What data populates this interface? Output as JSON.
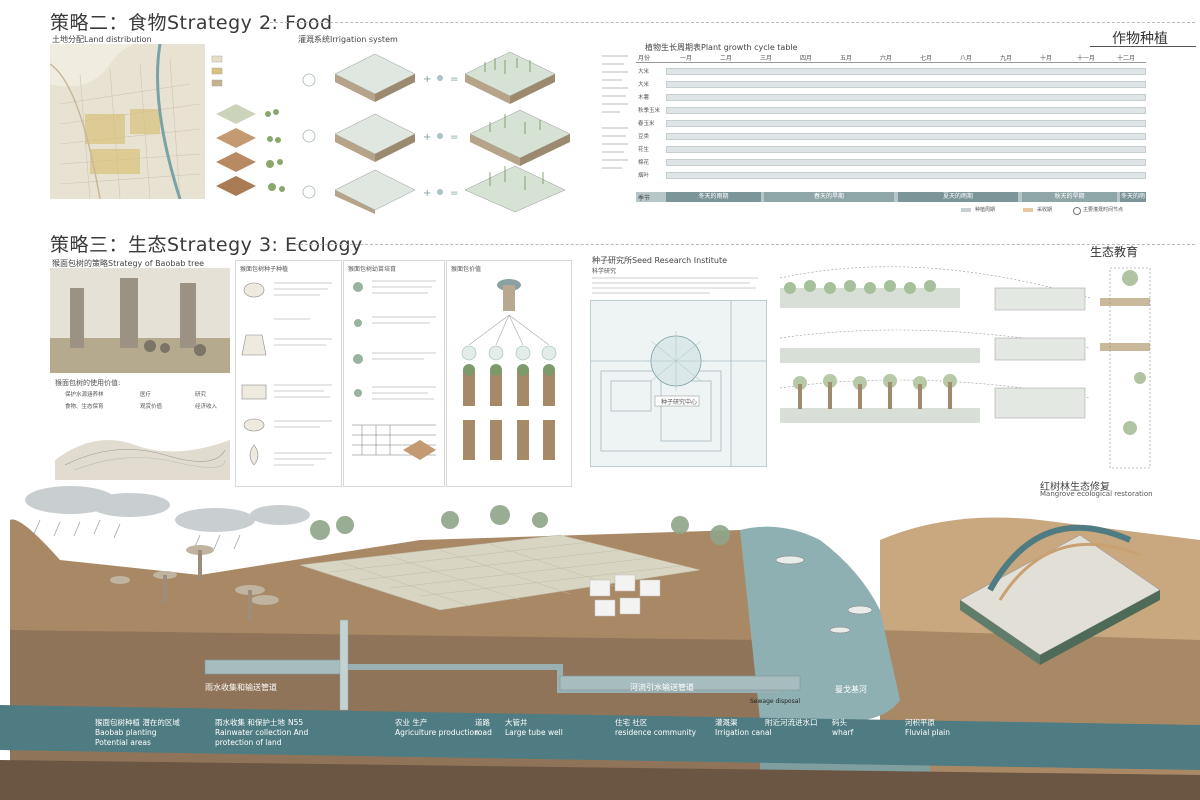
{
  "strategy2": {
    "title": "策略二：食物Strategy 2: Food",
    "land_title": "土地分配Land distribution",
    "irrigation_title": "灌溉系统Irrigation system",
    "crop_title": "作物种植",
    "gantt_title": "植物生长周期表Plant growth cycle table",
    "months_header": "月份",
    "months": [
      "一月",
      "二月",
      "三月",
      "四月",
      "五月",
      "六月",
      "七月",
      "八月",
      "九月",
      "十月",
      "十一月",
      "十二月"
    ],
    "crop_rows": [
      "大米",
      "大米",
      "木薯",
      "秋季玉米",
      "春玉米",
      "豆类",
      "花生",
      "棉花",
      "烟叶"
    ],
    "season_label": "季节",
    "seasons": [
      "冬天的雨期",
      "春天的旱期",
      "夏天的雨期",
      "秋天的旱期",
      "冬天的雨期"
    ],
    "legend": [
      "种植周期",
      "采收期",
      "主要灌溉时间节点"
    ]
  },
  "strategy3": {
    "title": "策略三：生态Strategy 3: Ecology",
    "baobab_title": "猴面包树的策略Strategy of Baobab tree",
    "plant_title": "猴面包树种子种植",
    "breed_title": "猴面包树幼苗培育",
    "value_title": "猴面包价值",
    "value_usage": "猴面包树的使用价值:",
    "usage_items": [
      "保护水源涵养林",
      "食物、生态保育",
      "医疗",
      "观赏价值",
      "研究",
      "经济收入"
    ],
    "seed_title": "种子研究所Seed Research Institute",
    "seed_sub": "科学研究",
    "seed_center": "种子研究中心",
    "edu_title": "生态教育",
    "mangrove_title": "红树林生态修复",
    "mangrove_sub": "Mangrove ecological restoration"
  },
  "section": {
    "pipe_rain": "雨水收集和输送管道",
    "pipe_river": "河流引水输送管道",
    "river_name": "曼戈基河",
    "sewage": "Sewage disposal",
    "labels": [
      {
        "zh": "猴面包树种植 潜在的区域",
        "en": "Baobab planting Potential areas"
      },
      {
        "zh": "雨水收集 和保护土地",
        "en": "Rainwater collection And protection of land"
      },
      {
        "zh": "N55",
        "en": ""
      },
      {
        "zh": "农业 生产",
        "en": "Agriculture production"
      },
      {
        "zh": "道路",
        "en": "road"
      },
      {
        "zh": "大管井",
        "en": "Large tube well"
      },
      {
        "zh": "住宅 社区",
        "en": "residence community"
      },
      {
        "zh": "灌溉渠",
        "en": "Irrigation canal"
      },
      {
        "zh": "附近河流进水口",
        "en": ""
      },
      {
        "zh": "码头",
        "en": "wharf"
      },
      {
        "zh": "河积平原",
        "en": "Fluvial plain"
      }
    ]
  },
  "colors": {
    "soil": "#a98866",
    "soil_dark": "#7f6650",
    "water": "#8fb0b2",
    "accent": "#4f7c82",
    "sky": "#ffffff"
  }
}
